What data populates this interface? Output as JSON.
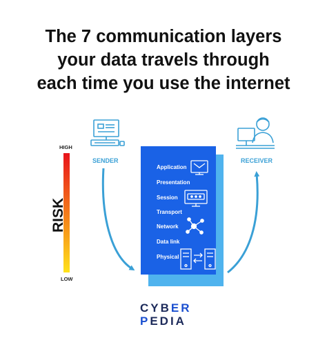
{
  "title_lines": [
    "The 7 communication layers",
    "your data travels through",
    "each time you use the internet"
  ],
  "risk": {
    "label": "RISK",
    "high": "HIGH",
    "low": "LOW",
    "gradient_colors": [
      "#e8131b",
      "#f47a1a",
      "#ffe21a"
    ]
  },
  "sender": {
    "label": "SENDER"
  },
  "receiver": {
    "label": "RECEIVER"
  },
  "layers": [
    {
      "name": "Application",
      "icon": "email-icon"
    },
    {
      "name": "Presentation",
      "icon": ""
    },
    {
      "name": "Session",
      "icon": "password-screen-icon"
    },
    {
      "name": "Transport",
      "icon": ""
    },
    {
      "name": "Network",
      "icon": "network-nodes-icon"
    },
    {
      "name": "Data link",
      "icon": ""
    },
    {
      "name": "Physical",
      "icon": "servers-exchange-icon"
    }
  ],
  "brand": {
    "line1a": "CYB",
    "line1b": "ER",
    "line2a": "P",
    "line2b": "EDIA"
  },
  "colors": {
    "accent": "#3aa0d6",
    "panel_back": "#4fb3ee",
    "panel_front": "#1a62e6",
    "brand_dark": "#1c2a5a",
    "brand_blue": "#1a4fd0"
  }
}
